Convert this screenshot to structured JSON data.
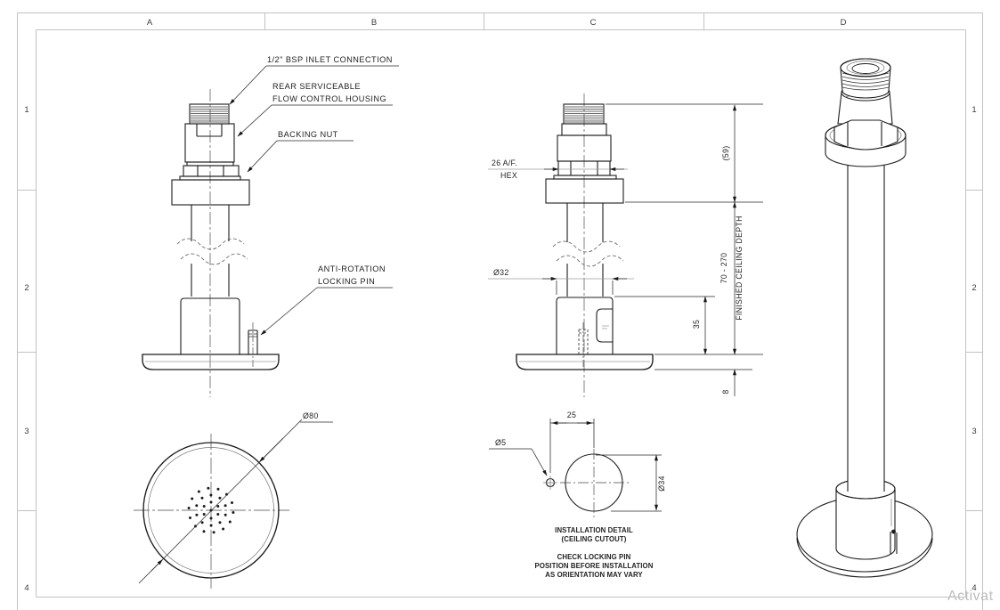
{
  "frame": {
    "columns": [
      "A",
      "B",
      "C",
      "D"
    ],
    "rows": [
      "1",
      "2",
      "3",
      "4"
    ]
  },
  "callouts": {
    "inlet": "1/2\" BSP INLET CONNECTION",
    "rear1": "REAR SERVICEABLE",
    "rear2": "FLOW CONTROL HOUSING",
    "nut": "BACKING NUT",
    "pin1": "ANTI-ROTATION",
    "pin2": "LOCKING PIN"
  },
  "dims": {
    "hex1": "26 A/F.",
    "hex2": "HEX",
    "h59": "(59)",
    "range": "70 - 270",
    "ceiling": "FINISHED CEILING DEPTH",
    "d32": "Ø32",
    "b35": "35",
    "p8": "8",
    "d80": "Ø80",
    "off25": "25",
    "d5": "Ø5",
    "d34": "Ø34"
  },
  "notes": {
    "install1": "INSTALLATION DETAIL",
    "install2": "(CEILING CUTOUT)",
    "check1": "CHECK LOCKING PIN",
    "check2": "POSITION BEFORE INSTALLATION",
    "check3": "AS ORIENTATION MAY VARY"
  },
  "watermark": "Activat"
}
